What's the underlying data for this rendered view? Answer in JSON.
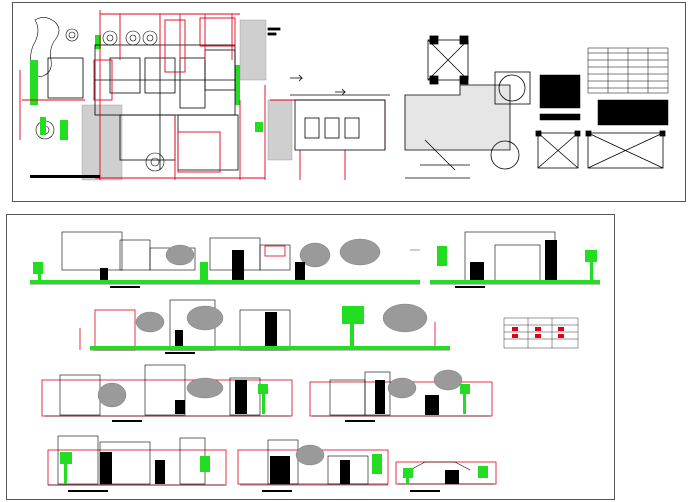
{
  "drawing": {
    "colors": {
      "ink": "#000000",
      "dimension": "#e0001b",
      "vegetation": "#22dd22",
      "hatch": "#888888",
      "sheet_border": "#555555"
    },
    "top_sheet": {
      "views": [
        "site-plan",
        "parking-structure-plan",
        "roof-plan",
        "legend-table",
        "section-plans"
      ]
    },
    "bottom_sheet": {
      "elevations": [
        "elevation-1",
        "elevation-2",
        "elevation-3",
        "elevation-4",
        "elevation-5",
        "elevation-6",
        "elevation-7",
        "elevation-8",
        "elevation-9"
      ]
    }
  }
}
